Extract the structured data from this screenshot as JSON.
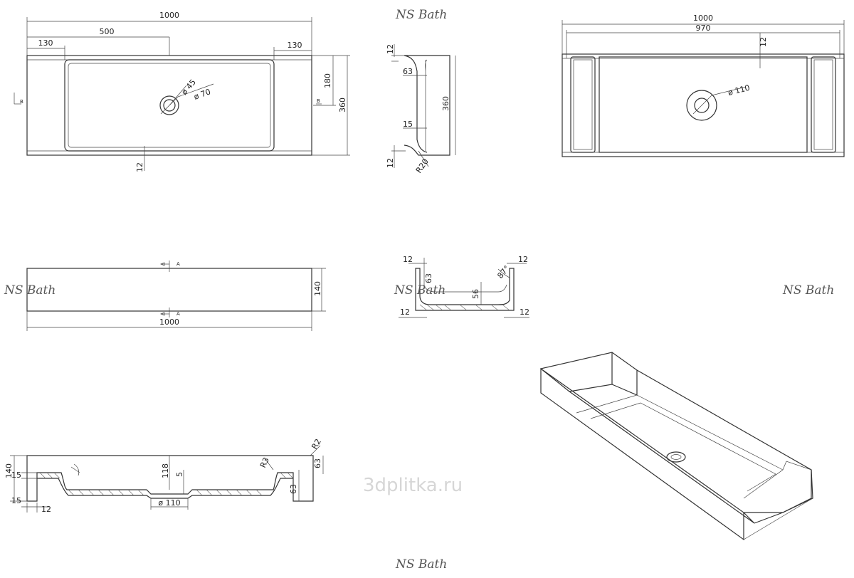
{
  "brand": "NS Bath",
  "watermark": "3dplitka.ru",
  "plan_view": {
    "width": "1000",
    "left_offset": "130",
    "center": "500",
    "right_offset": "130",
    "hole_d": "ø 45",
    "outer_d": "ø 70",
    "half_depth": "180",
    "depth": "360",
    "rim": "12",
    "section_mark_left": "B",
    "section_mark_right": "B"
  },
  "side_section": {
    "top": "12",
    "lip": "63",
    "depth": "360",
    "inner": "15",
    "bottom": "12",
    "radius": "R20"
  },
  "right_plan": {
    "width": "1000",
    "inner_width": "970",
    "rim": "12",
    "hole_d": "ø 110"
  },
  "front_view": {
    "width": "1000",
    "height": "140",
    "mark_top": "A",
    "mark_bottom": "A"
  },
  "section_a": {
    "top_left": "12",
    "lip_left": "63",
    "top_right": "12",
    "angle": "87°",
    "depth": "56",
    "bottom_left": "12",
    "bottom_right": "12"
  },
  "long_section": {
    "height": "140",
    "lip": "15",
    "inner_offset": "15",
    "rim": "12",
    "depth": "118",
    "floor": "5",
    "drain": "ø 110",
    "radius_inner": "R3",
    "radius_outer": "R2",
    "right_lip": "63",
    "right_lip_low": "63"
  }
}
